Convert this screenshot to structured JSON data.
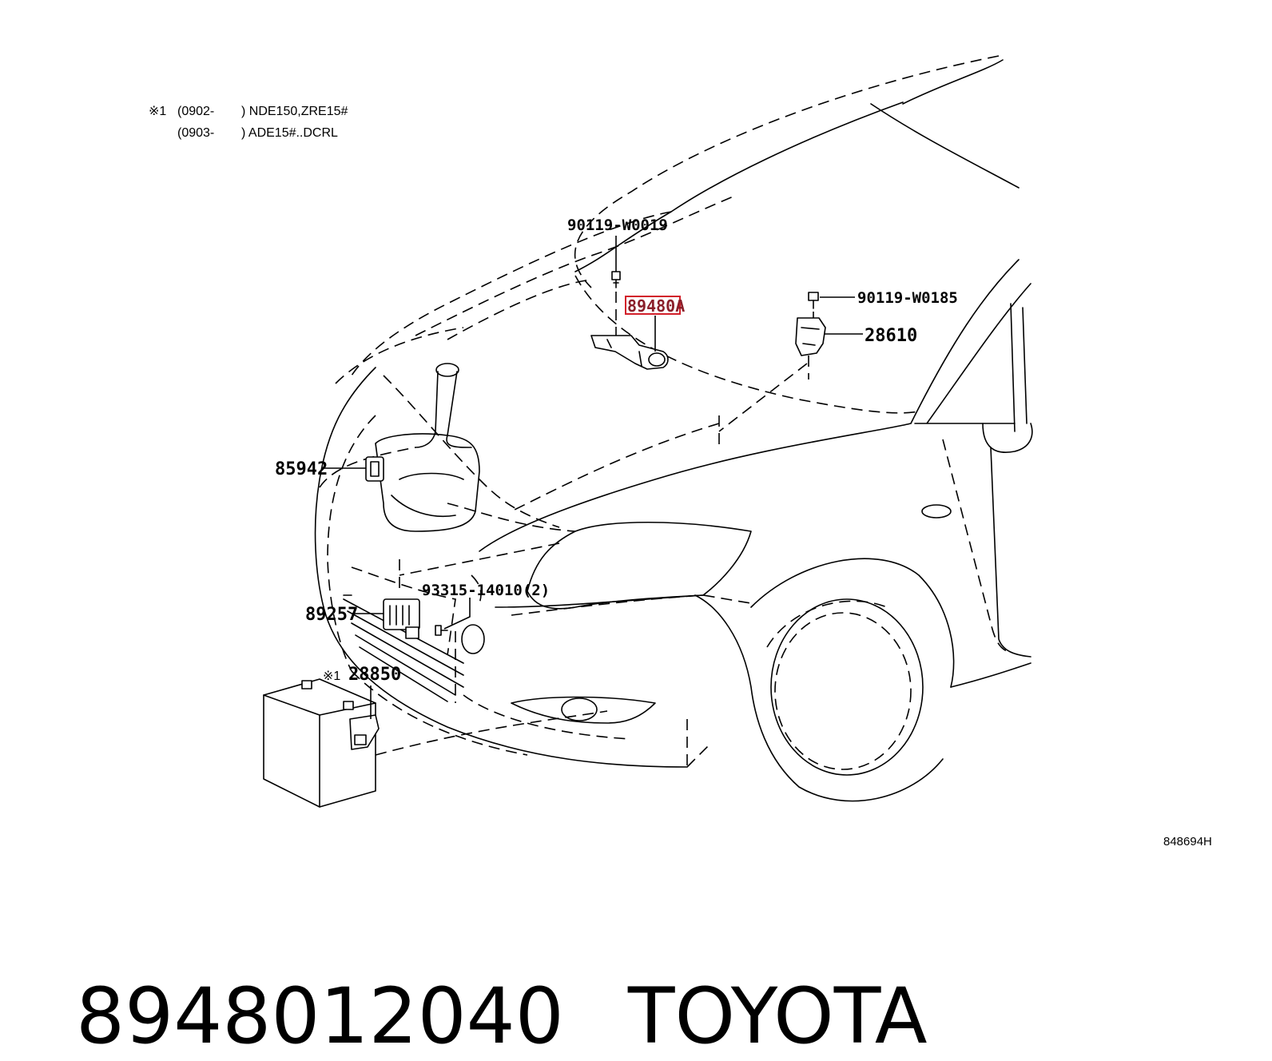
{
  "notes": {
    "line1_mark": "※1",
    "line1_date": "(0902-",
    "line1_models": ") NDE150,ZRE15#",
    "line2_date": "(0903-",
    "line2_models": ") ADE15#..DCRL"
  },
  "callouts": {
    "bolt_top": "90119-W0019",
    "bolt_right": "90119-W0185",
    "sensor_right": "28610",
    "highlighted_part": "89480A",
    "left_relay": "85942",
    "grille_sensor": "89257",
    "grille_screws": "93315-14010(2)",
    "battery_mark": "※1",
    "battery_sensor": "28850"
  },
  "diagram_code": "848694H",
  "footer": {
    "part_number": "8948012040",
    "brand": "TOYOTA"
  },
  "colors": {
    "highlight": "#d21f2a",
    "line": "#000000",
    "background": "#ffffff"
  }
}
